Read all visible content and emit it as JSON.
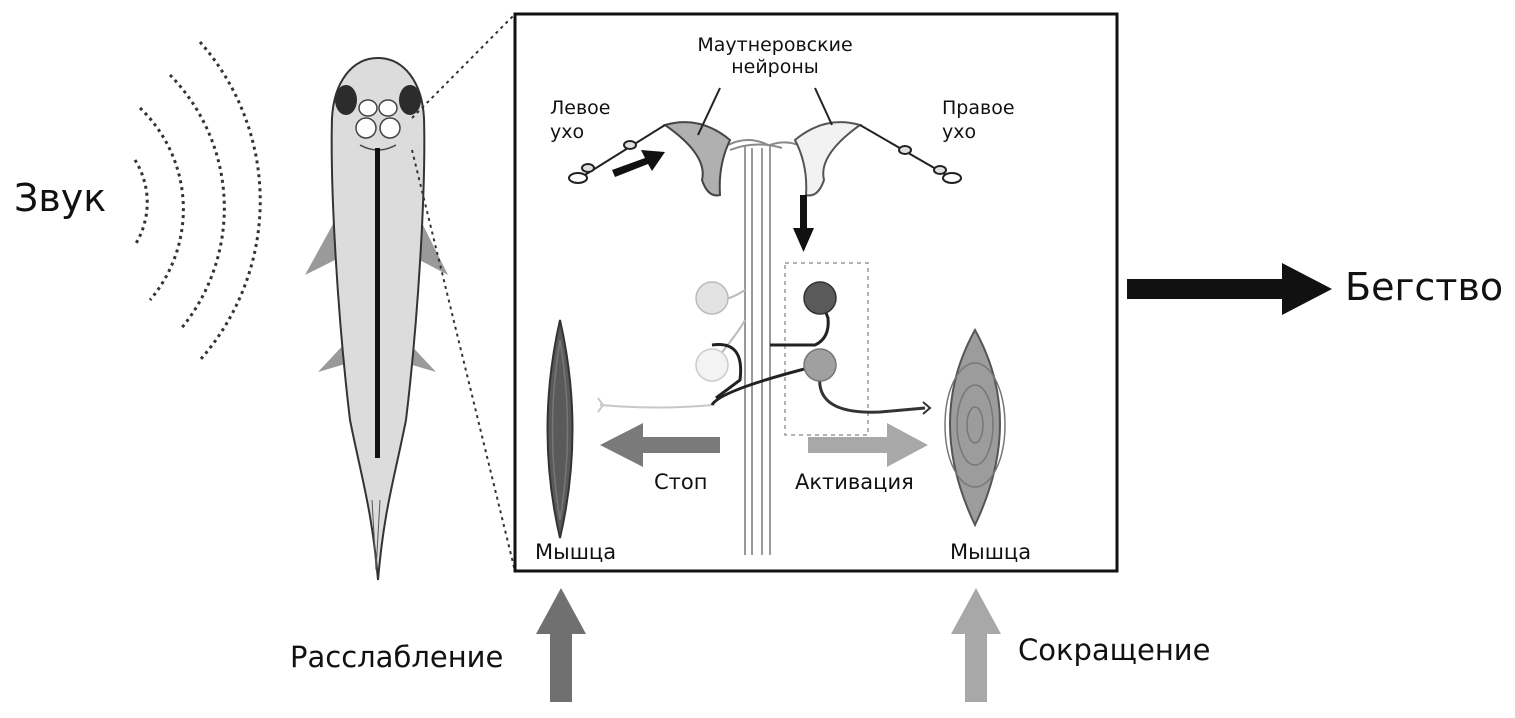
{
  "labels": {
    "sound": "Звук",
    "escape": "Бегство",
    "mauthner_line1": "Маутнеровские",
    "mauthner_line2": "нейроны",
    "left_ear_line1": "Левое",
    "left_ear_line2": "ухо",
    "right_ear_line1": "Правое",
    "right_ear_line2": "ухо",
    "stop": "Стоп",
    "activation": "Активация",
    "muscle_left": "Мышца",
    "muscle_right": "Мышца",
    "relaxation": "Расслабление",
    "contraction": "Сокращение"
  },
  "colors": {
    "stop_arrow": "#7a7a7a",
    "activation_arrow": "#a8a8a8",
    "relax_arrow": "#707070",
    "contract_arrow": "#a8a8a8",
    "neuron_dark": "#5a5a5a",
    "neuron_mid": "#a0a0a0",
    "neuron_light": "#dedede"
  }
}
